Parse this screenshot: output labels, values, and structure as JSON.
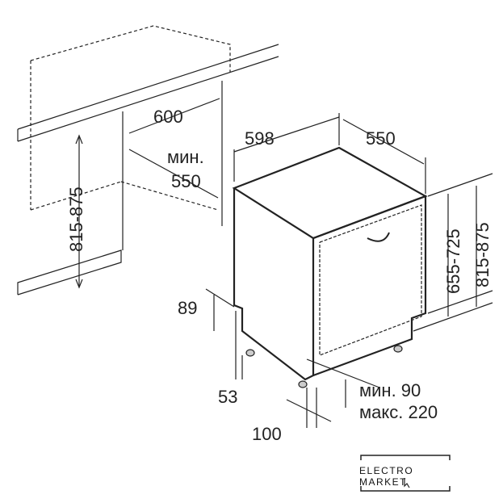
{
  "dimensions": {
    "niche_width": "600",
    "niche_depth_prefix": "мин.",
    "niche_depth": "550",
    "niche_height": "815-875",
    "appliance_width": "598",
    "appliance_depth": "550",
    "door_height": "655-725",
    "appliance_height": "815-875",
    "plinth_height": "89",
    "foot_offset": "53",
    "plinth_min": "мин. 90",
    "plinth_max": "макс. 220",
    "plinth_depth": "100"
  },
  "logo": {
    "name": "ELECTRO MARKET"
  }
}
